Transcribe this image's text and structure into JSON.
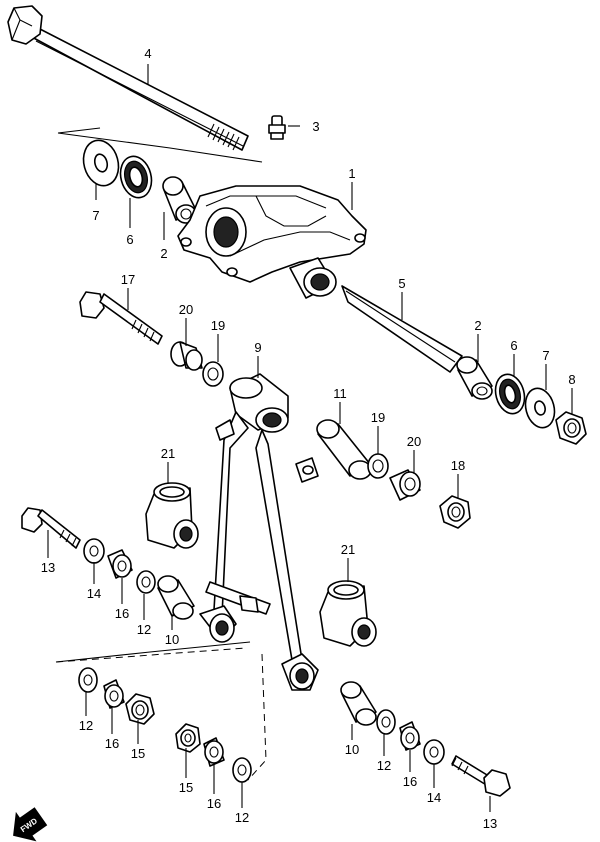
{
  "diagram": {
    "callouts": {
      "c1": "1",
      "c2a": "2",
      "c2b": "2",
      "c3": "3",
      "c4": "4",
      "c5": "5",
      "c6a": "6",
      "c6b": "6",
      "c7a": "7",
      "c7b": "7",
      "c8": "8",
      "c9": "9",
      "c10a": "10",
      "c10b": "10",
      "c11": "11",
      "c12a": "12",
      "c12b": "12",
      "c12c": "12",
      "c12d": "12",
      "c13a": "13",
      "c13b": "13",
      "c14a": "14",
      "c14b": "14",
      "c15a": "15",
      "c15b": "15",
      "c16a": "16",
      "c16b": "16",
      "c16c": "16",
      "c16d": "16",
      "c17": "17",
      "c18": "18",
      "c19a": "19",
      "c19b": "19",
      "c20a": "20",
      "c20b": "20",
      "c21a": "21",
      "c21b": "21"
    },
    "fwd_label": "FWD"
  }
}
